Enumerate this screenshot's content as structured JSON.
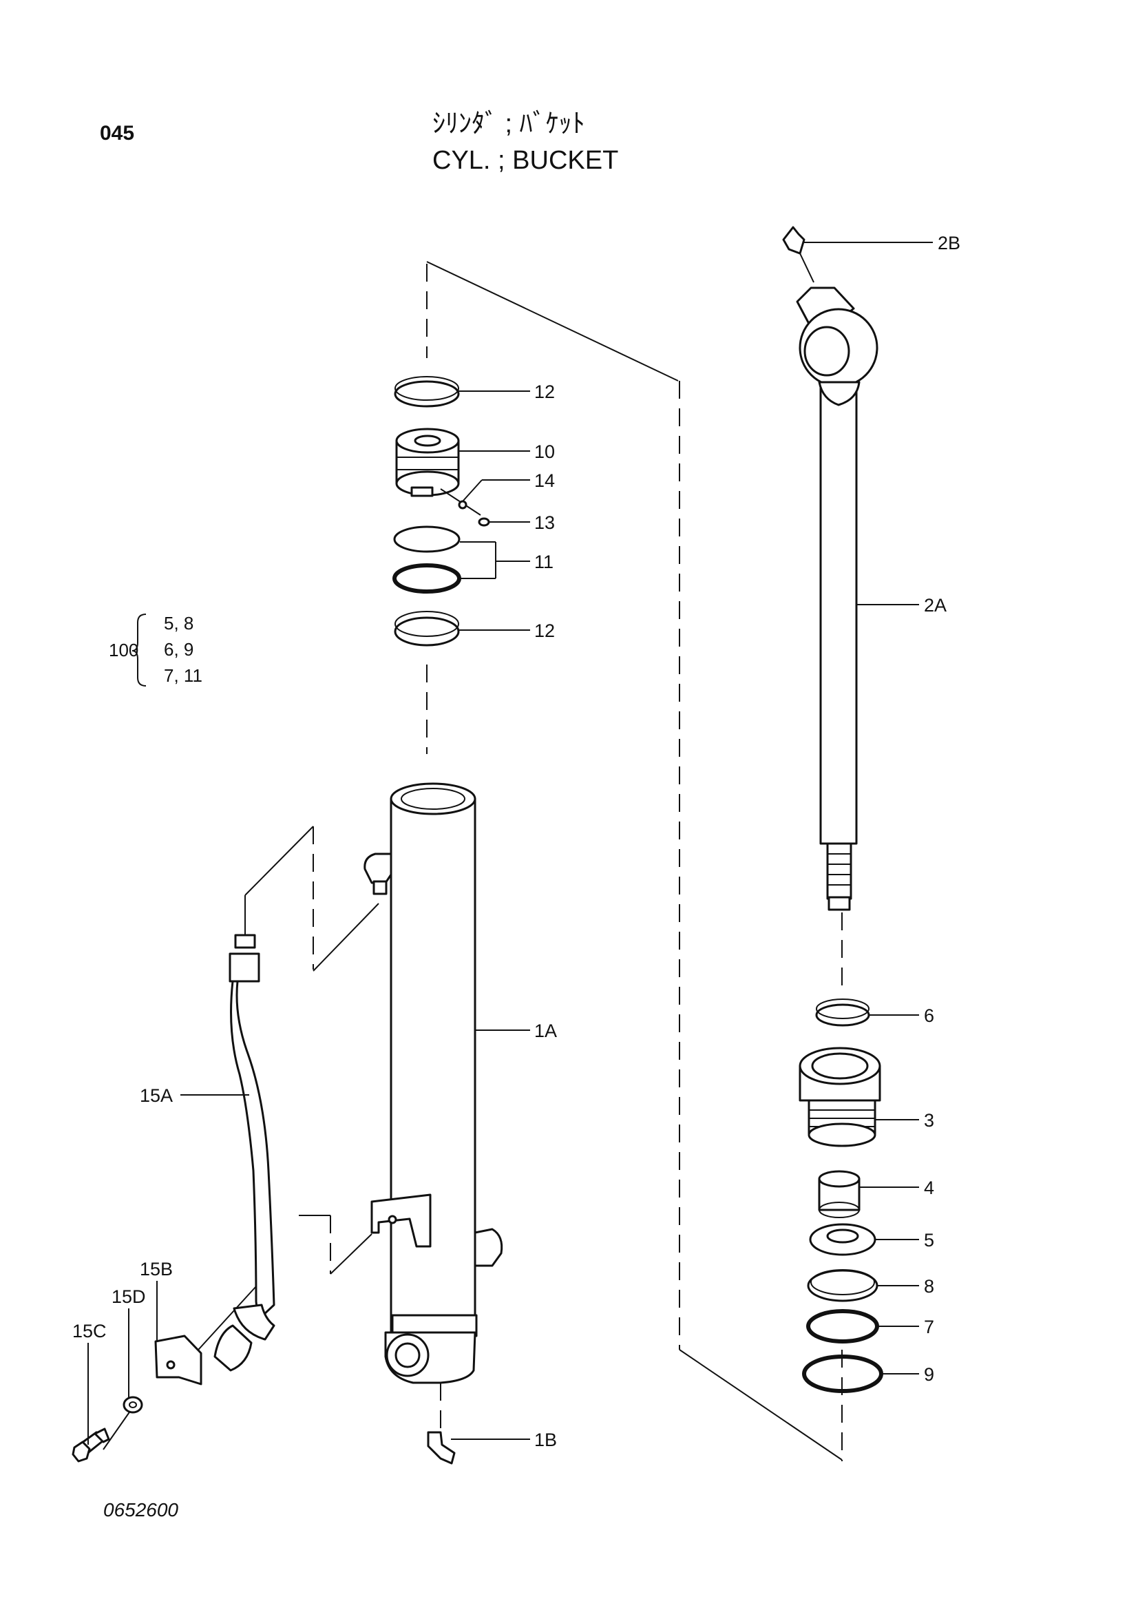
{
  "page": {
    "page_code": "045",
    "title_jp": "ｼﾘﾝﾀﾞ ; ﾊﾞｹｯﾄ",
    "title_en": "CYL. ; BUCKET",
    "figure_number": "0652600"
  },
  "kit_note": {
    "number": "100",
    "rows": [
      "5,  8",
      "6,  9",
      "7,  11"
    ]
  },
  "callouts": {
    "c12a": "12",
    "c10": "10",
    "c14": "14",
    "c13": "13",
    "c11": "11",
    "c12b": "12",
    "c1a": "1A",
    "c1b": "1B",
    "c15a": "15A",
    "c15b": "15B",
    "c15d": "15D",
    "c15c": "15C",
    "c2b": "2B",
    "c2a": "2A",
    "c6": "6",
    "c3": "3",
    "c4": "4",
    "c5": "5",
    "c8": "8",
    "c7": "7",
    "c9": "9"
  }
}
